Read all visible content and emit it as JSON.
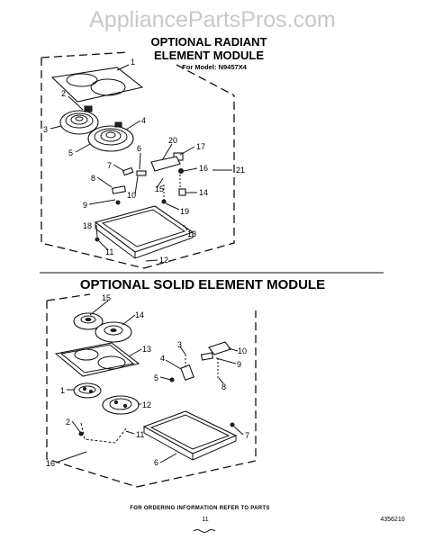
{
  "watermark": "AppliancePartsPros.com",
  "section1": {
    "title_line1": "OPTIONAL RADIANT",
    "title_line2": "ELEMENT MODULE",
    "model": "For Model: N9457X4",
    "callouts": [
      "1",
      "2",
      "3",
      "4",
      "5",
      "6",
      "7",
      "8",
      "9",
      "10",
      "11",
      "12",
      "13",
      "14",
      "15",
      "16",
      "17",
      "18",
      "19",
      "20",
      "21"
    ]
  },
  "section2": {
    "title": "OPTIONAL SOLID ELEMENT MODULE",
    "callouts": [
      "1",
      "2",
      "3",
      "4",
      "5",
      "6",
      "7",
      "8",
      "9",
      "10",
      "11",
      "12",
      "13",
      "14",
      "15",
      "16"
    ]
  },
  "footer": {
    "ordering_note": "FOR ORDERING INFORMATION REFER TO PARTS",
    "page": "11",
    "part_number": "4356210"
  }
}
